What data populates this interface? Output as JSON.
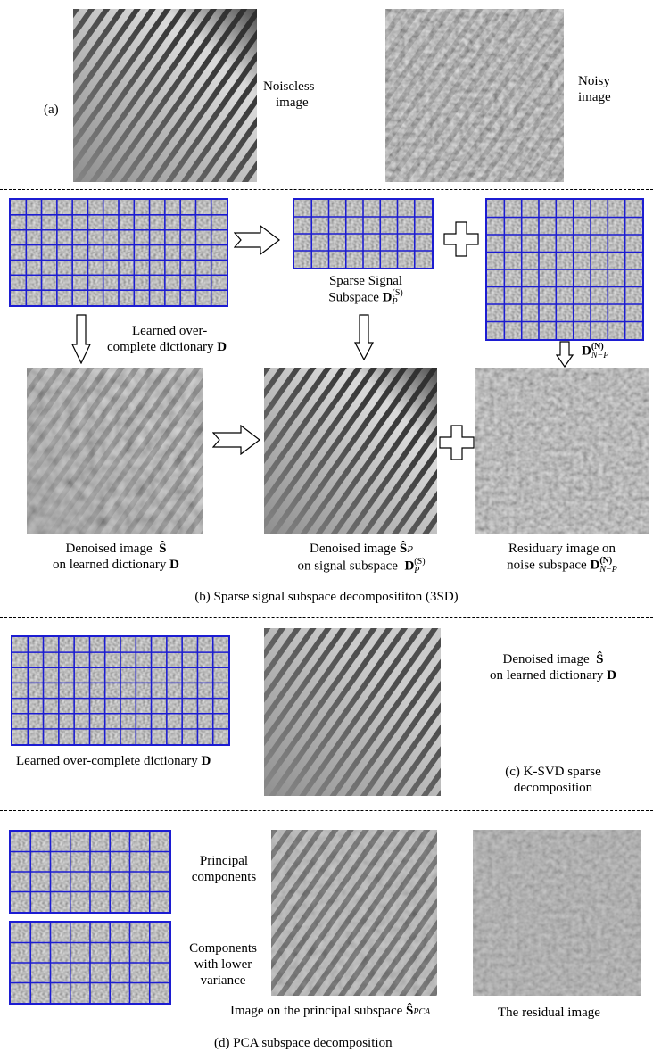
{
  "panel_a": {
    "label": "(a)",
    "noiseless_label": [
      "Noiseless",
      "image"
    ],
    "noisy_label": [
      "Noisy",
      "image"
    ]
  },
  "panel_b": {
    "dict_label": [
      "Learned over-",
      "complete dictionary"
    ],
    "dict_symbol": "D",
    "signal_subspace_label": [
      "Sparse Signal",
      "Subspace"
    ],
    "signal_subspace_symbol": "D",
    "signal_subspace_sub": "P",
    "signal_subspace_sup": "(S)",
    "noise_subspace_symbol": "D",
    "noise_subspace_sub": "N−P",
    "noise_subspace_sup": "(N)",
    "denoised_label": [
      "Denoised image",
      "on learned dictionary"
    ],
    "denoised_symbol": "Ŝ",
    "denoised_dict_symbol": "D",
    "denoised_p_label": [
      "Denoised image",
      "on signal subspace"
    ],
    "denoised_p_symbol": "Ŝ",
    "denoised_p_sub": "P",
    "residual_label": [
      "Residuary image on",
      "noise subspace"
    ],
    "caption": "(b) Sparse signal subspace decomposititon (3SD)"
  },
  "panel_c": {
    "dict_label": "Learned over-complete dictionary",
    "dict_symbol": "D",
    "denoised_label": [
      "Denoised image",
      "on learned dictionary"
    ],
    "denoised_symbol": "Ŝ",
    "caption": [
      "(c) K-SVD sparse",
      "decomposition"
    ]
  },
  "panel_d": {
    "principal_label": [
      "Principal",
      "components"
    ],
    "lower_label": [
      "Components",
      "with lower",
      "variance"
    ],
    "principal_image_label": "Image on the principal subspace",
    "principal_image_symbol": "Ŝ",
    "principal_image_sub": "PCA",
    "residual_label": "The residual image",
    "caption": "(d) PCA subspace decomposition"
  },
  "colors": {
    "dictionary_grid": "#1c1cd2",
    "separator": "#000000"
  },
  "icons": [
    "right-arrow-icon",
    "down-arrow-icon",
    "plus-icon"
  ]
}
